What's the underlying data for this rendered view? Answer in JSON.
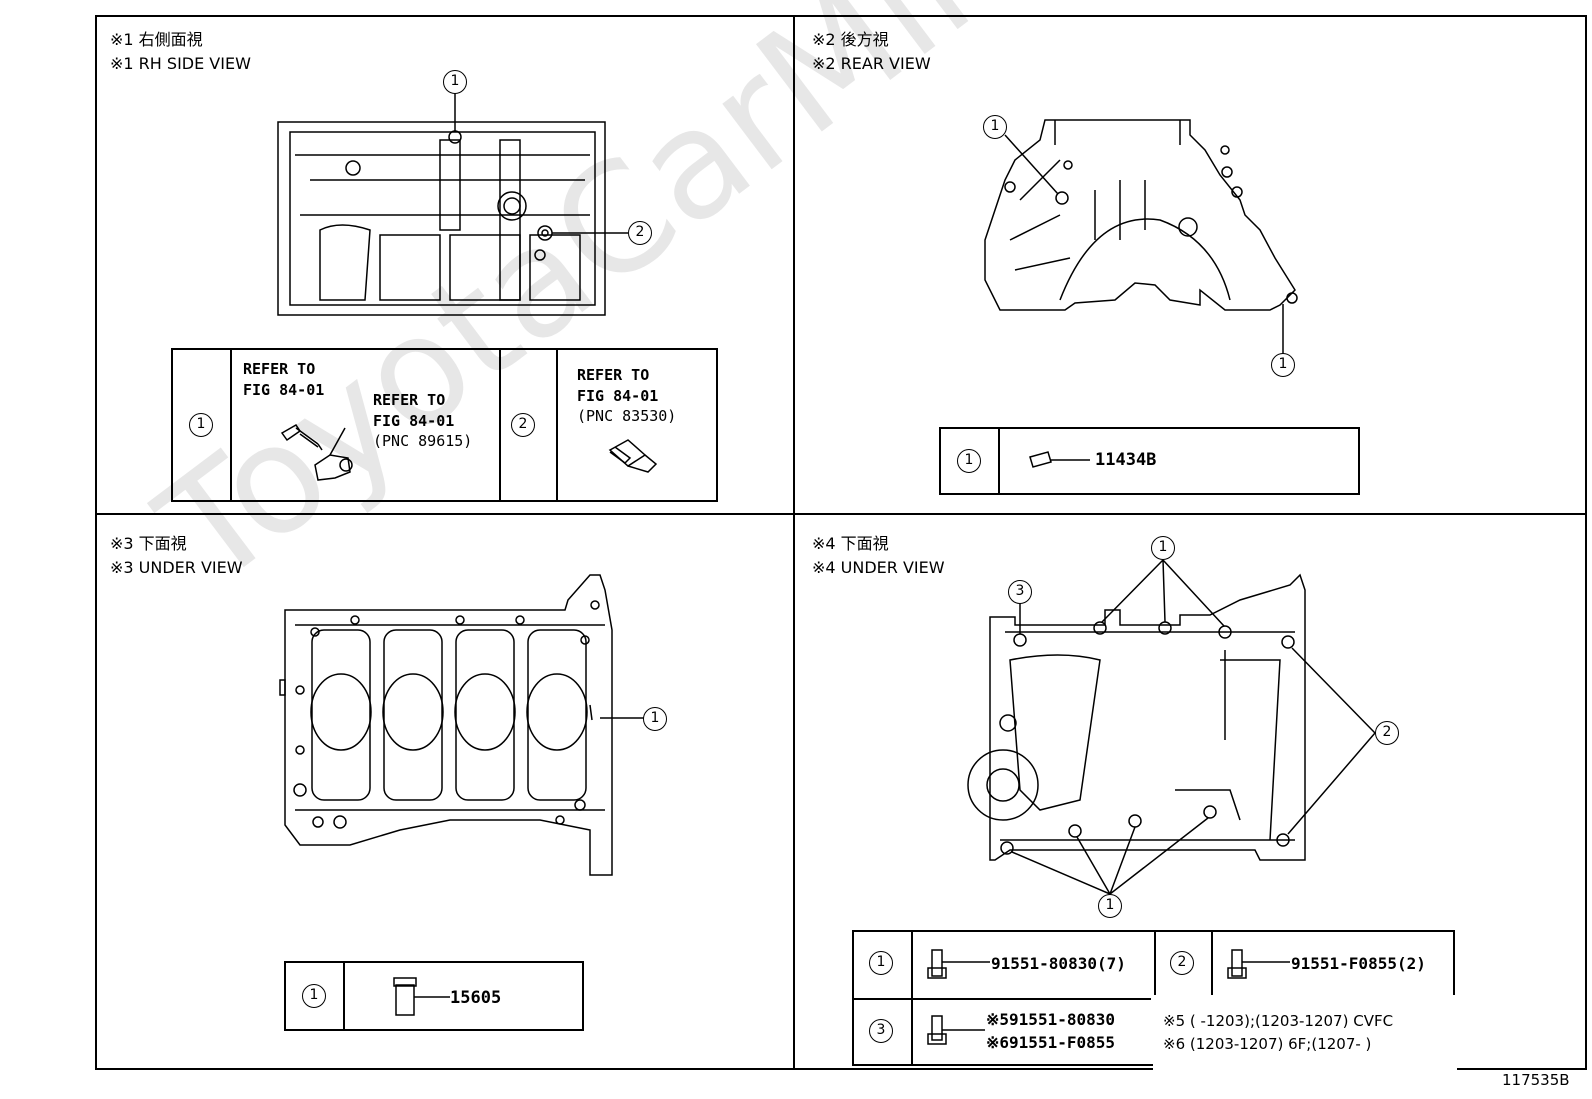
{
  "watermark": "ToyotaCarMine.ru",
  "figure_number": "117535B",
  "panels": {
    "rh_side": {
      "caption_jp": "※1 右側面視",
      "caption_en": "※1 RH SIDE VIEW",
      "table": {
        "row1_key": "1",
        "row1_ref_a_line1": "REFER TO",
        "row1_ref_a_line2": "FIG 84-01",
        "row1_ref_b_line1": "REFER TO",
        "row1_ref_b_line2": "FIG 84-01",
        "row1_ref_b_line3": "(PNC 89615)",
        "row2_key": "2",
        "row2_ref_line1": "REFER TO",
        "row2_ref_line2": "FIG 84-01",
        "row2_ref_line3": "(PNC 83530)"
      },
      "callouts": [
        "1",
        "2"
      ]
    },
    "rear": {
      "caption_jp": "※2 後方視",
      "caption_en": "※2 REAR VIEW",
      "table": {
        "key": "1",
        "part": "11434B"
      },
      "callouts": [
        "1",
        "1"
      ]
    },
    "under3": {
      "caption_jp": "※3 下面視",
      "caption_en": "※3 UNDER VIEW",
      "table": {
        "key": "1",
        "part": "15605"
      },
      "callouts": [
        "1"
      ]
    },
    "under4": {
      "caption_jp": "※4 下面視",
      "caption_en": "※4 UNDER VIEW",
      "callouts": [
        "3",
        "1",
        "2",
        "1"
      ],
      "table": {
        "r1_key": "1",
        "r1_part": "91551-80830(7)",
        "r2_key": "2",
        "r2_part": "91551-F0855(2)",
        "r3_key": "3",
        "r3_part_a": "※591551-80830",
        "r3_part_b": "※691551-F0855"
      },
      "notes": {
        "n5": "※5 (       -1203);(1203-1207) CVFC",
        "n6": "※6 (1203-1207) 6F;(1207-        )"
      }
    }
  }
}
